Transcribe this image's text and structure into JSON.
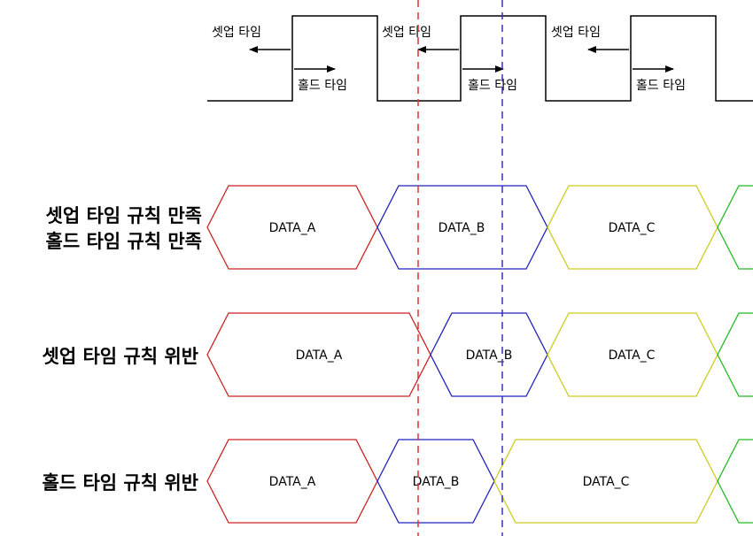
{
  "clock": {
    "setup_label": "셋업 타임",
    "hold_label": "홀드 타임"
  },
  "rows": [
    {
      "label_lines": [
        "셋업 타임 규칙 만족",
        "홀드 타임 규칙 만족"
      ],
      "buses": [
        {
          "text": "DATA_A",
          "color": "#cc2222"
        },
        {
          "text": "DATA_B",
          "color": "#2222bb"
        },
        {
          "text": "DATA_C",
          "color": "#cccc22"
        },
        {
          "text": "",
          "color": "#22bb22"
        }
      ]
    },
    {
      "label_lines": [
        "셋업 타임 규칙 위반"
      ],
      "buses": [
        {
          "text": "DATA_A",
          "color": "#cc2222"
        },
        {
          "text": "DATA_B",
          "color": "#2222bb"
        },
        {
          "text": "DATA_C",
          "color": "#cccc22"
        },
        {
          "text": "",
          "color": "#22bb22"
        }
      ]
    },
    {
      "label_lines": [
        "홀드 타임 규칙 위반"
      ],
      "buses": [
        {
          "text": "DATA_A",
          "color": "#cc2222"
        },
        {
          "text": "DATA_B",
          "color": "#2222bb"
        },
        {
          "text": "DATA_C",
          "color": "#cccc22"
        },
        {
          "text": "",
          "color": "#22bb22"
        }
      ]
    }
  ],
  "guides": {
    "setup_color": "#dd3333",
    "hold_color": "#3333bb"
  }
}
